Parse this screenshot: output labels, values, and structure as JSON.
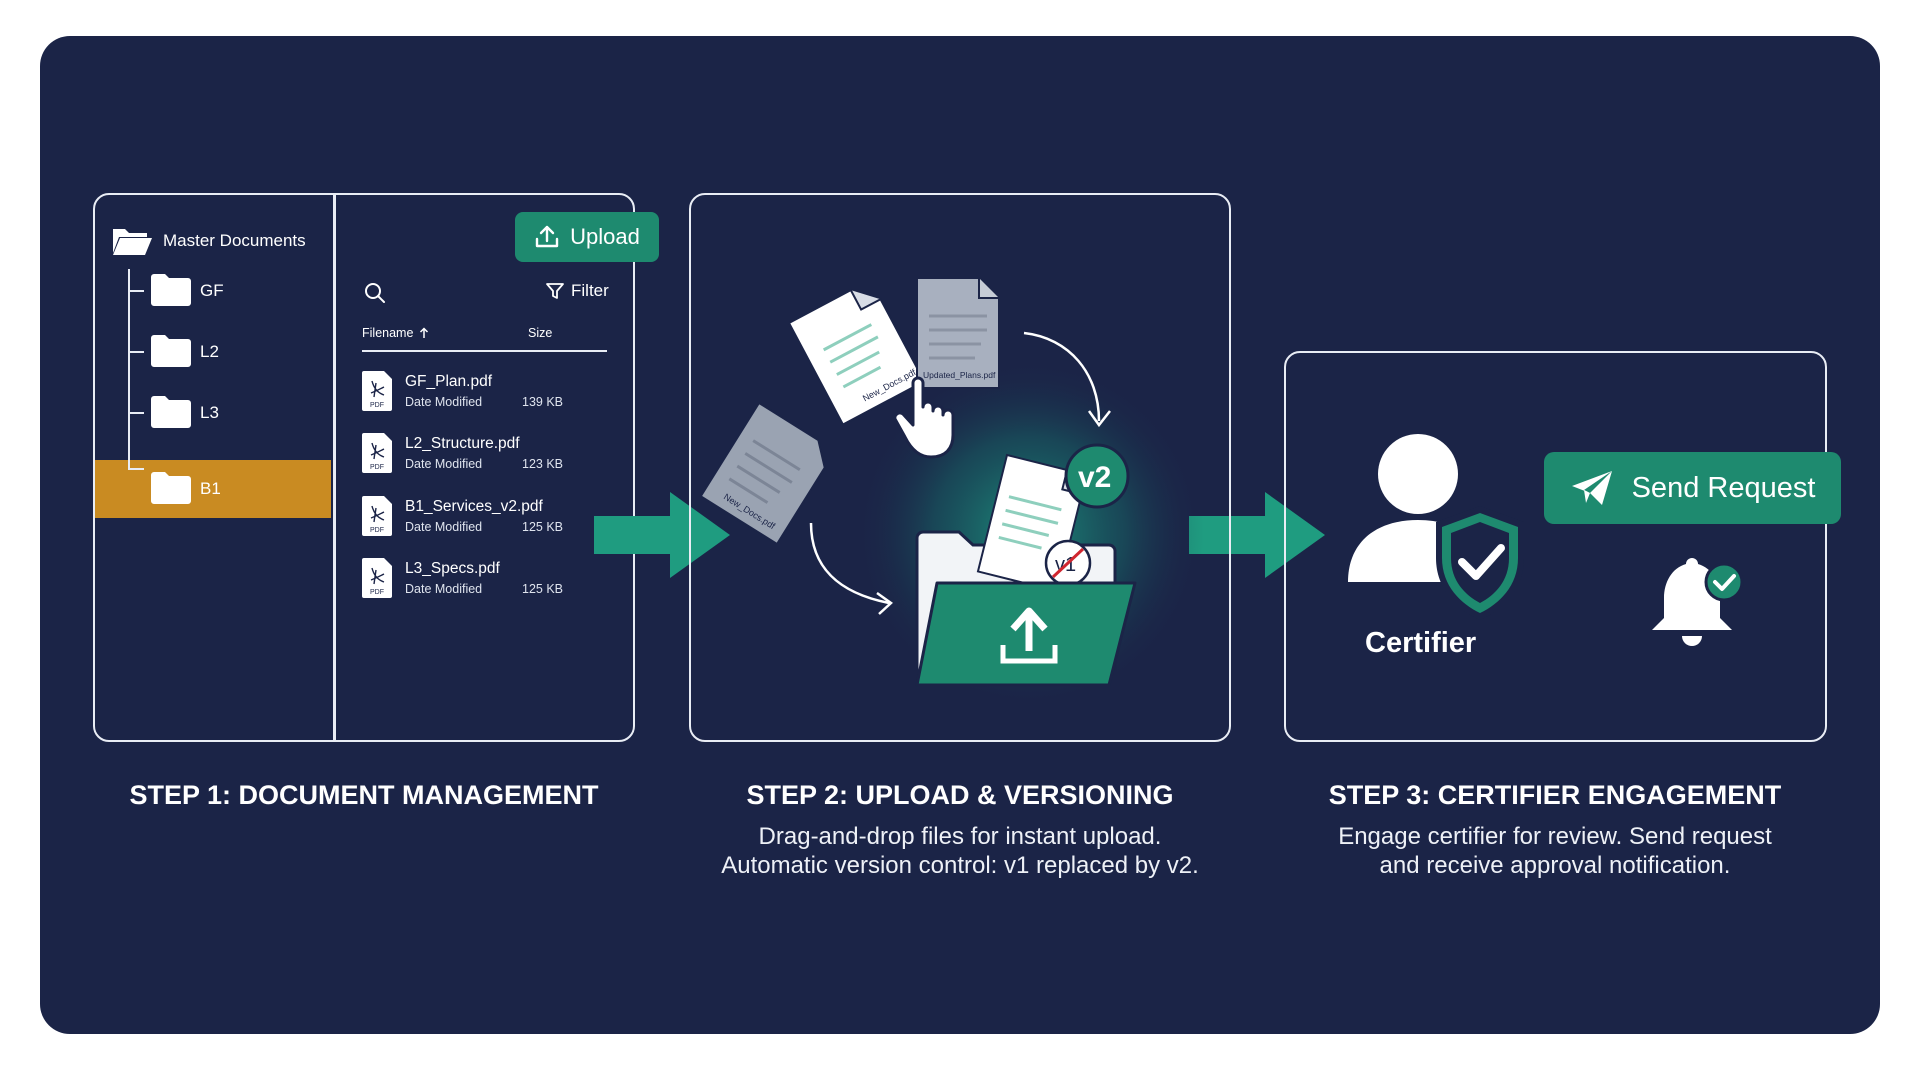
{
  "step1": {
    "tree": {
      "root_label": "Master Documents",
      "items": [
        {
          "label": "GF",
          "selected": false
        },
        {
          "label": "L2",
          "selected": false
        },
        {
          "label": "L3",
          "selected": false
        },
        {
          "label": "B1",
          "selected": true
        }
      ]
    },
    "toolbar": {
      "upload_label": "Upload",
      "filter_label": "Filter"
    },
    "table": {
      "col_filename": "Filename",
      "col_size": "Size",
      "files": [
        {
          "name": "GF_Plan.pdf",
          "date": "Date Modified",
          "size": "139 KB",
          "icon_text": "PDF"
        },
        {
          "name": "L2_Structure.pdf",
          "date": "Date Modified",
          "size": "123 KB",
          "icon_text": "PDF"
        },
        {
          "name": "B1_Services_v2.pdf",
          "date": "Date Modified",
          "size": "125 KB",
          "icon_text": "PDF"
        },
        {
          "name": "L3_Specs.pdf",
          "date": "Date Modified",
          "size": "125 KB",
          "icon_text": "PDF"
        }
      ]
    },
    "title": "STEP 1: DOCUMENT MANAGEMENT"
  },
  "step2": {
    "doc_labels": {
      "dragged": "New_Docs.pdf",
      "behind": "New_Docs.pdf",
      "updated": "Updated_Plans.pdf"
    },
    "version_badge": "v2",
    "old_version_mark": "v1",
    "title": "STEP 2: UPLOAD & VERSIONING",
    "desc_line1": "Drag-and-drop files for instant upload.",
    "desc_line2": "Automatic version control: v1 replaced by v2."
  },
  "step3": {
    "certifier_label": "Certifier",
    "send_label": "Send Request",
    "title": "STEP 3: CERTIFIER ENGAGEMENT",
    "desc_line1": "Engage certifier for review. Send request",
    "desc_line2": "and receive approval notification."
  },
  "colors": {
    "background": "#1b2447",
    "accent_green": "#1e8a6f",
    "arrow_green": "#1f9c80",
    "selected_amber": "#c98b22",
    "line": "#e9edf5"
  }
}
